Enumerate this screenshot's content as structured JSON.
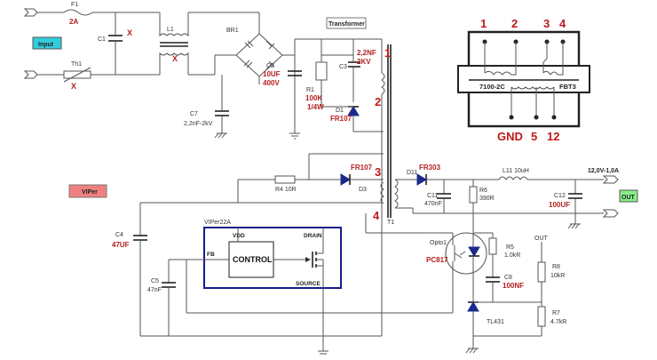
{
  "labels": {
    "input": "Input",
    "viper_tag": "VIPer",
    "transformer": "Transformer",
    "out": "OUT",
    "output_rating": "12,0V-1,0A",
    "f1": "F1",
    "f1_val": "2A",
    "th1": "Th1",
    "c1": "C1",
    "l1": "L1",
    "br1": "BR1",
    "c2": "C2",
    "c2_val1": "10UF",
    "c2_val2": "400V",
    "c3": "C3",
    "r1": "R1",
    "r1_val1": "100K",
    "r1_val2": "1/4W",
    "snub_cap1": "2,2NF",
    "snub_cap2": "2KV",
    "d1": "D1",
    "d1_val": "FR107",
    "c7": "C7",
    "c7_val": "2,2nF-2kV",
    "r4": "R4 10R",
    "d3": "D3",
    "d3_val": "FR107",
    "d11": "D11",
    "d11_val": "FR303",
    "c11": "C11",
    "c11_val": "470nF",
    "r6": "R6",
    "r6_val": "390R",
    "l11": "L11 10uH",
    "c12": "C12",
    "c12_val": "100UF",
    "t1": "T1",
    "c4": "C4",
    "c4_val": "47UF",
    "viper_chip": "VIPer22A",
    "vdd": "VDD",
    "drain": "DRAIN",
    "fb": "FB",
    "control": "CONTROL",
    "source": "SOURCE",
    "c5": "C5",
    "c5_val": "47nF",
    "opto": "Opto1",
    "opto_val": "PC817",
    "r5": "R5",
    "r5_val": "1.0kR",
    "c8": "C8",
    "c8_val": "100NF",
    "out_node": "OUT",
    "r8": "R8",
    "r8_val": "10kR",
    "r7": "R7",
    "r7_val": "4.7kR",
    "tl431": "TL431",
    "x": "X",
    "pin1": "1",
    "pin2": "2",
    "pin3": "3",
    "pin4": "4"
  },
  "pinout": {
    "top": [
      "1",
      "2",
      "3",
      "4"
    ],
    "bottom": [
      "GND",
      "5",
      "12"
    ],
    "core_text": "7100-2C",
    "core_text_right": "FBT3"
  },
  "colors": {
    "red_label": "#b41e1e",
    "input_box": "#33ccdd",
    "viper_box": "#f08080",
    "out_box": "#88ee88",
    "viper_outline": "#1a1a8c",
    "wire": "#555555"
  }
}
